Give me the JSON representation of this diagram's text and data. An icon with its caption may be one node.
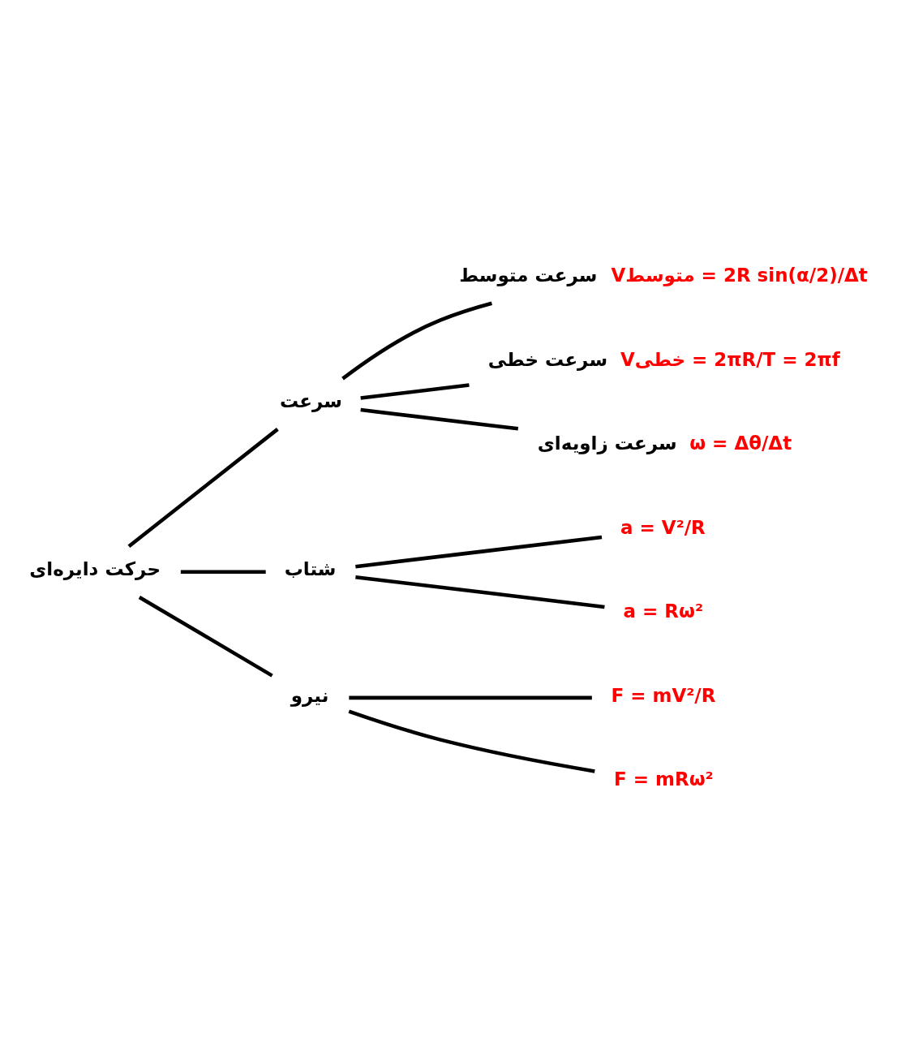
{
  "diagram": {
    "nodes": [
      {
        "text": [
          "حرکت دایره‌ای"
        ]
      },
      {
        "text": [
          "سرعت"
        ]
      },
      {
        "text": [
          "سرعت متوسط"
        ],
        "beside": [
          "Vمتوسط = 2R sin(α/2)/Δt"
        ]
      },
      {
        "text": [
          "سرعت خطی"
        ],
        "beside": [
          "Vخطی = 2πR/T = 2πf"
        ]
      },
      {
        "text": [
          "سرعت زاویه‌ای"
        ],
        "beside": [
          "ω = Δθ/Δt"
        ]
      },
      {
        "text": [
          "شتاب"
        ]
      },
      {
        "text": [
          "a = V²/R"
        ]
      },
      {
        "text": [
          "a = Rω²"
        ]
      },
      {
        "text": [
          "نیرو"
        ]
      },
      {
        "text": [
          "F = mV²/R"
        ]
      },
      {
        "text": [
          "F = mRω²"
        ]
      }
    ],
    "edges": [
      {
        "from": 0,
        "to": 1,
        "arrow": "none"
      },
      {
        "from": 0,
        "to": 5,
        "arrow": "none"
      },
      {
        "from": 0,
        "to": 8,
        "arrow": "none"
      },
      {
        "from": 1,
        "to": 2,
        "arrow": "none"
      },
      {
        "from": 1,
        "to": 3,
        "arrow": "none"
      },
      {
        "from": 1,
        "to": 4,
        "arrow": "none"
      },
      {
        "from": 5,
        "to": 6,
        "arrow": "none"
      },
      {
        "from": 5,
        "to": 7,
        "arrow": "none"
      },
      {
        "from": 8,
        "to": 9,
        "arrow": "none"
      },
      {
        "from": 8,
        "to": 10,
        "arrow": "none"
      }
    ]
  }
}
